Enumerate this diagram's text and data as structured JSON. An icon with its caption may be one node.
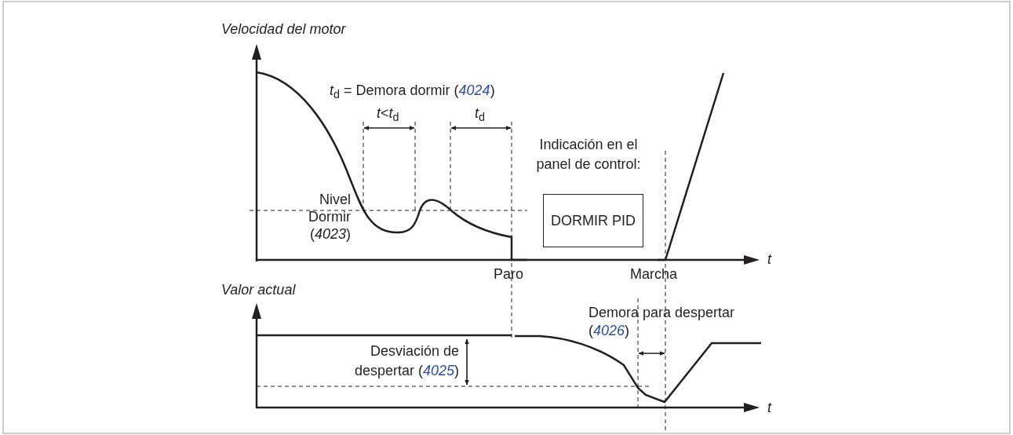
{
  "diagram": {
    "nodes": [
      {
        "text": [
          "DORMIR PID"
        ]
      }
    ],
    "labels": [
      "Velocidad del motor",
      "*t*$_{d}$ = Demora dormir (*4024*)",
      "*t*<*t*$_{d}$",
      "*t*$_{d}$",
      "Indicación en el panel de control:",
      "Nivel Dormir (*4023*)",
      "t",
      "Paro",
      "Marcha",
      "Valor actual",
      "Demora para despertar (*4026*)",
      "Desviación de despertar (*4025*)",
      "t"
    ]
  }
}
